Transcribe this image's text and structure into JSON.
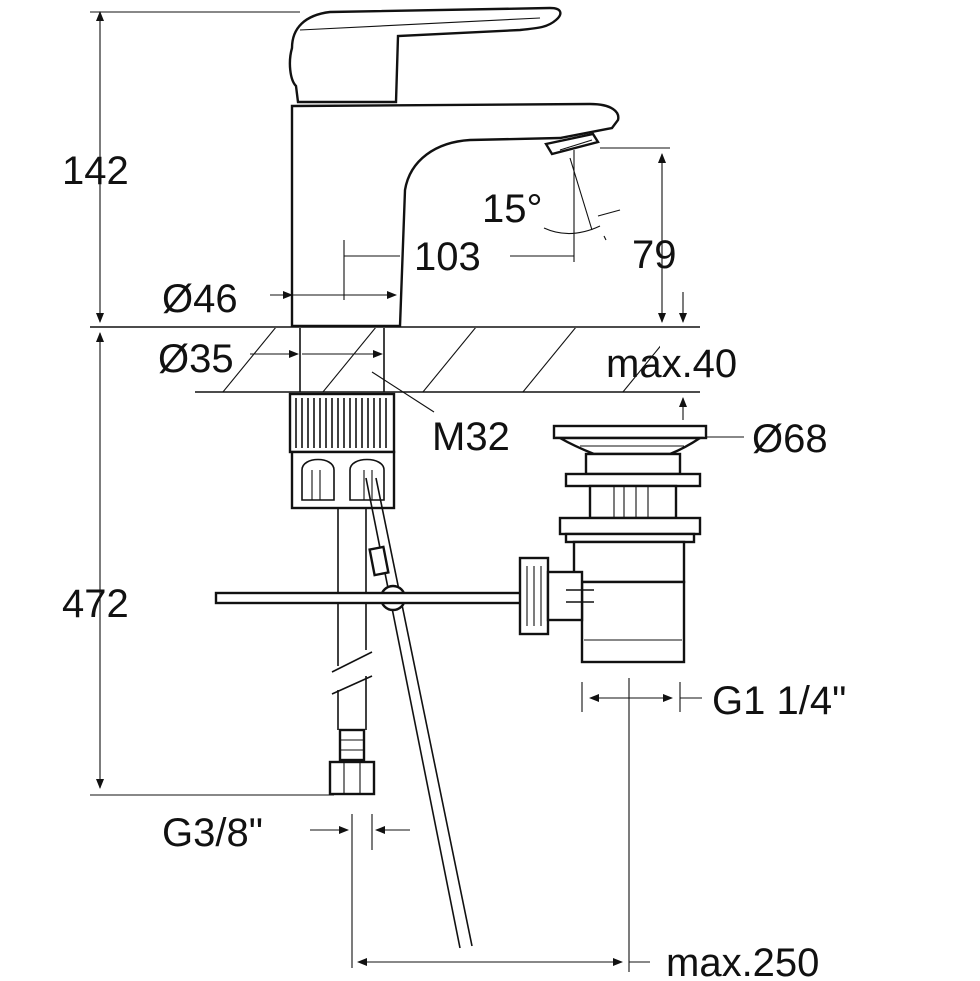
{
  "dimensions": {
    "total_height_above": "142",
    "total_length_below": "472",
    "spout_reach": "103",
    "spout_angle": "15°",
    "spout_height": "79",
    "body_diameter": "Ø46",
    "hole_diameter": "Ø35",
    "max_counter_thickness": "max.40",
    "mount_thread": "M32",
    "drain_diameter": "Ø68",
    "drain_thread": "G1 1/4\"",
    "supply_thread": "G3/8\"",
    "max_rod_distance": "max.250"
  },
  "colors": {
    "line": "#111111",
    "background": "#ffffff"
  }
}
